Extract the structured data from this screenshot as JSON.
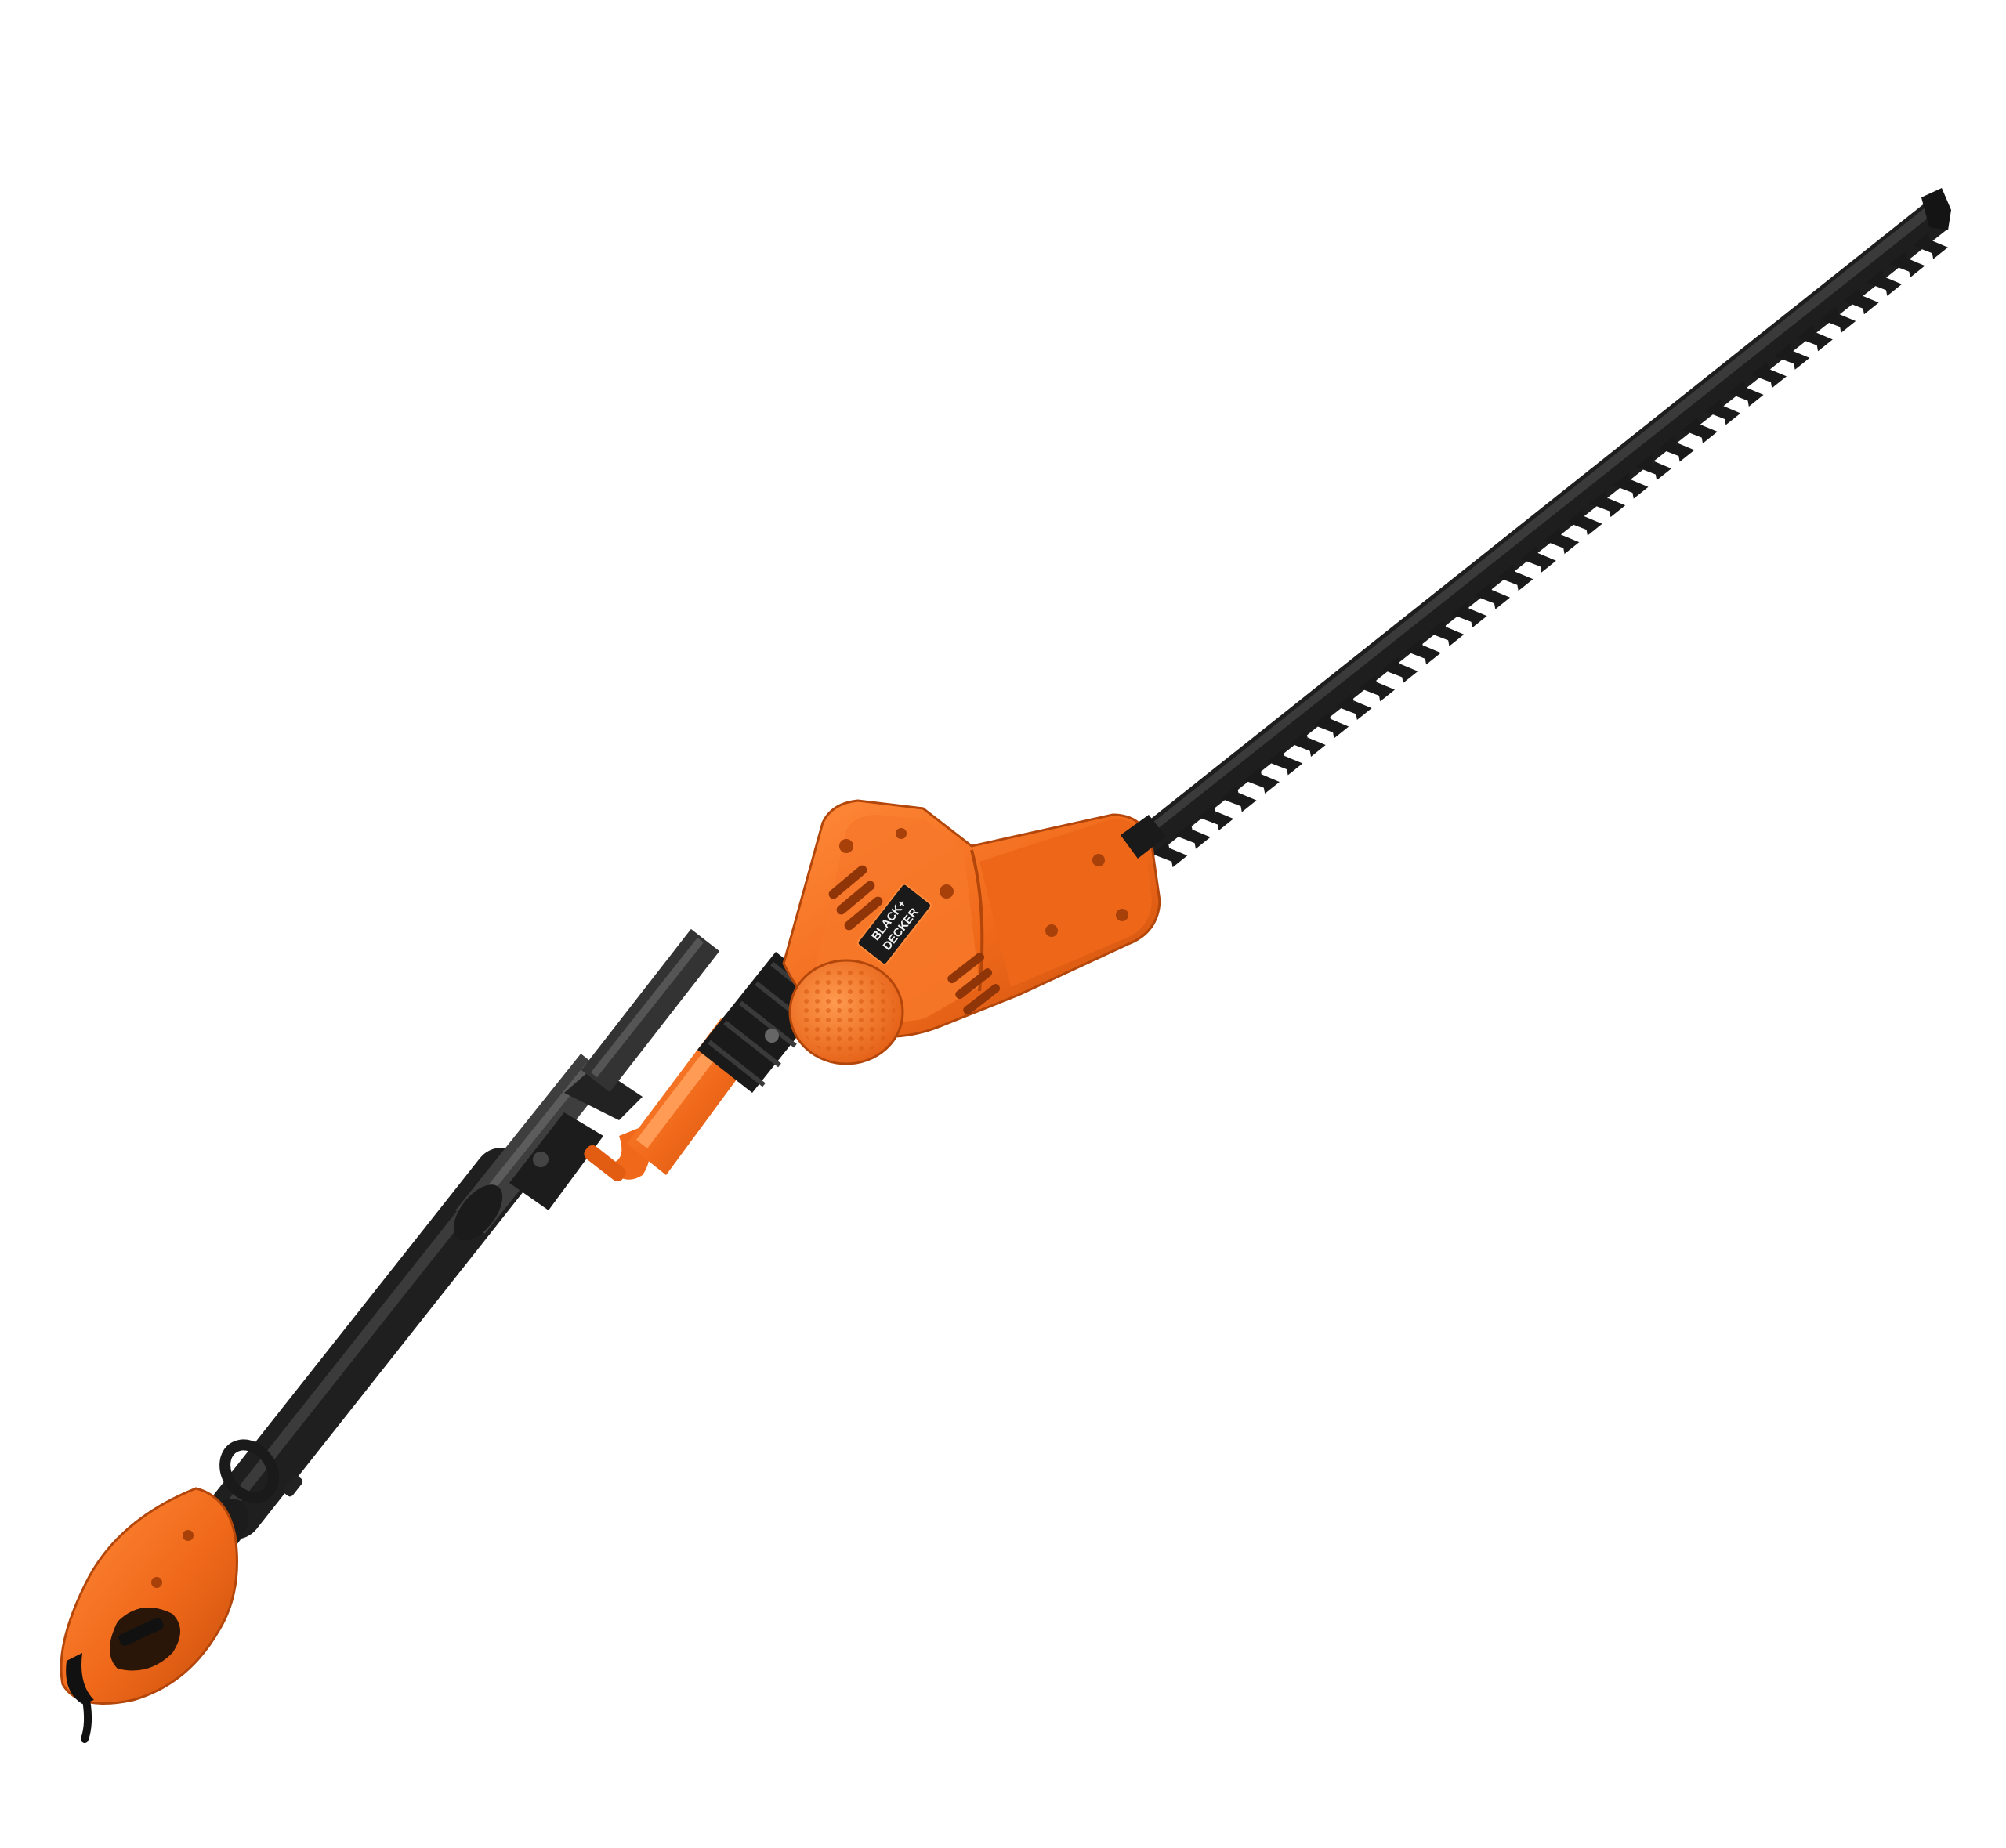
{
  "image": {
    "background": "#ffffff",
    "subject": "pole-hedge-trimmer"
  },
  "product": {
    "brand_line1": "BLACK+",
    "brand_line2": "DECKER"
  },
  "colors": {
    "body_orange": "#f0691a",
    "body_orange_dark": "#c74e0c",
    "body_orange_light": "#ff8a3a",
    "shaft_black": "#2b2b2b",
    "shaft_grey": "#4a4a4a",
    "blade_black": "#1e1e1e",
    "badge_black": "#1a1a1a"
  }
}
